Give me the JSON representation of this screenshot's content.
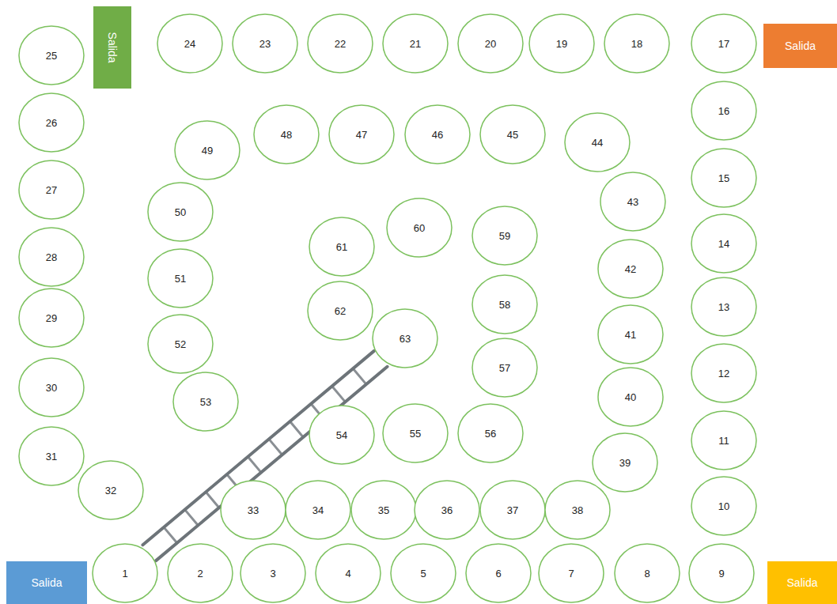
{
  "diagram": {
    "nodes": [
      {
        "text": [
          "1"
        ]
      },
      {
        "text": [
          "2"
        ]
      },
      {
        "text": [
          "3"
        ]
      },
      {
        "text": [
          "4"
        ]
      },
      {
        "text": [
          "5"
        ]
      },
      {
        "text": [
          "6"
        ]
      },
      {
        "text": [
          "7"
        ]
      },
      {
        "text": [
          "8"
        ]
      },
      {
        "text": [
          "9"
        ]
      },
      {
        "text": [
          "10"
        ]
      },
      {
        "text": [
          "11"
        ]
      },
      {
        "text": [
          "12"
        ]
      },
      {
        "text": [
          "13"
        ]
      },
      {
        "text": [
          "14"
        ]
      },
      {
        "text": [
          "15"
        ]
      },
      {
        "text": [
          "16"
        ]
      },
      {
        "text": [
          "17"
        ]
      },
      {
        "text": [
          "18"
        ]
      },
      {
        "text": [
          "19"
        ]
      },
      {
        "text": [
          "20"
        ]
      },
      {
        "text": [
          "21"
        ]
      },
      {
        "text": [
          "22"
        ]
      },
      {
        "text": [
          "23"
        ]
      },
      {
        "text": [
          "24"
        ]
      },
      {
        "text": [
          "25"
        ]
      },
      {
        "text": [
          "26"
        ]
      },
      {
        "text": [
          "27"
        ]
      },
      {
        "text": [
          "28"
        ]
      },
      {
        "text": [
          "29"
        ]
      },
      {
        "text": [
          "30"
        ]
      },
      {
        "text": [
          "31"
        ]
      },
      {
        "text": [
          "32"
        ]
      },
      {
        "text": [
          "33"
        ]
      },
      {
        "text": [
          "34"
        ]
      },
      {
        "text": [
          "35"
        ]
      },
      {
        "text": [
          "36"
        ]
      },
      {
        "text": [
          "37"
        ]
      },
      {
        "text": [
          "38"
        ]
      },
      {
        "text": [
          "39"
        ]
      },
      {
        "text": [
          "40"
        ]
      },
      {
        "text": [
          "41"
        ]
      },
      {
        "text": [
          "42"
        ]
      },
      {
        "text": [
          "43"
        ]
      },
      {
        "text": [
          "44"
        ]
      },
      {
        "text": [
          "45"
        ]
      },
      {
        "text": [
          "46"
        ]
      },
      {
        "text": [
          "47"
        ]
      },
      {
        "text": [
          "48"
        ]
      },
      {
        "text": [
          "49"
        ]
      },
      {
        "text": [
          "50"
        ]
      },
      {
        "text": [
          "51"
        ]
      },
      {
        "text": [
          "52"
        ]
      },
      {
        "text": [
          "53"
        ]
      },
      {
        "text": [
          "54"
        ]
      },
      {
        "text": [
          "55"
        ]
      },
      {
        "text": [
          "56"
        ]
      },
      {
        "text": [
          "57"
        ]
      },
      {
        "text": [
          "58"
        ]
      },
      {
        "text": [
          "59"
        ]
      },
      {
        "text": [
          "60"
        ]
      },
      {
        "text": [
          "61"
        ]
      },
      {
        "text": [
          "62"
        ]
      },
      {
        "text": [
          "63"
        ]
      },
      {
        "text": [
          "Salida"
        ]
      },
      {
        "text": [
          "Salida"
        ]
      },
      {
        "text": [
          "Salida"
        ]
      },
      {
        "text": [
          "Salida"
        ]
      }
    ],
    "edges": [
      {
        "from": 0,
        "to": 62,
        "arrow": "none"
      }
    ]
  }
}
